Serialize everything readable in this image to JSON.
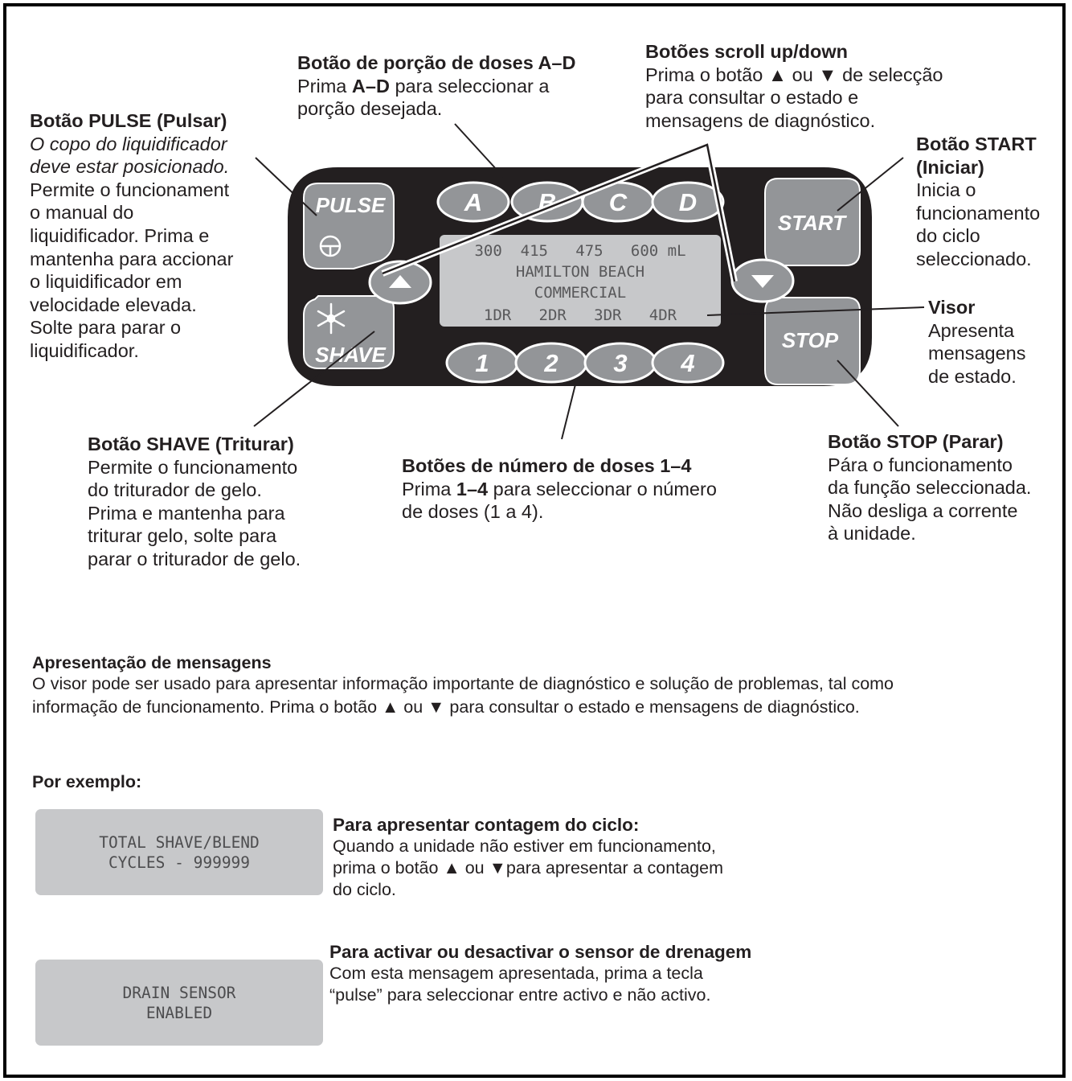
{
  "callouts": {
    "pulse": {
      "title": "Botão PULSE (Pulsar)",
      "note_lines": [
        "O copo do liquidificador",
        "deve estar posicionado."
      ],
      "body_lines": [
        "Permite o funcionament",
        "o manual do",
        "liquidificador. Prima e",
        "mantenha para accionar",
        "o liquidificador em",
        "velocidade elevada.",
        "Solte para parar o",
        "liquidificador."
      ]
    },
    "portion": {
      "title": "Botão de porção de doses A–D",
      "line1_pre": "Prima ",
      "line1_bold": "A–D",
      "line1_post": " para seleccionar a",
      "line2": "porção desejada."
    },
    "scroll": {
      "title": "Botões scroll up/down",
      "body_lines": [
        "Prima o botão ▲ ou ▼ de selecção",
        "para consultar o estado e",
        "mensagens de diagnóstico."
      ]
    },
    "start": {
      "title_lines": [
        "Botão START",
        "(Iniciar)"
      ],
      "body_lines": [
        "Inicia o",
        "funcionamento",
        "do ciclo",
        "seleccionado."
      ]
    },
    "visor": {
      "title": "Visor",
      "body_lines": [
        "Apresenta",
        "mensagens",
        "de estado."
      ]
    },
    "shave": {
      "title": "Botão SHAVE (Triturar)",
      "body_lines": [
        "Permite o funcionamento",
        "do triturador de gelo.",
        "Prima e mantenha para",
        "triturar gelo, solte para",
        "parar o triturador de gelo."
      ]
    },
    "doses": {
      "title": "Botões de número de doses 1–4",
      "line1_pre": "Prima ",
      "line1_bold": "1–4",
      "line1_post": " para seleccionar o número",
      "line2": "de doses (1 a 4)."
    },
    "stop": {
      "title": "Botão STOP (Parar)",
      "body_lines": [
        "Pára o funcionamento",
        "da função seleccionada.",
        "Não desliga a corrente",
        "à unidade."
      ]
    }
  },
  "panel": {
    "top_buttons": [
      "A",
      "B",
      "C",
      "D"
    ],
    "bottom_buttons": [
      "1",
      "2",
      "3",
      "4"
    ],
    "pulse_label": "PULSE",
    "shave_label": "SHAVE",
    "start_label": "START",
    "stop_label": "STOP",
    "lcd_lines": [
      "300  415   475   600 mL",
      "HAMILTON BEACH",
      "COMMERCIAL",
      "1DR   2DR   3DR   4DR"
    ]
  },
  "messages": {
    "title": "Apresentação de mensagens",
    "body_lines": [
      "O visor pode ser usado para apresentar informação importante de diagnóstico e solução de problemas, tal como",
      "informação de funcionamento. Prima o botão ▲ ou ▼ para consultar o estado e mensagens de diagnóstico."
    ],
    "example_label": "Por exemplo:"
  },
  "examples": [
    {
      "lcd_lines": [
        "TOTAL SHAVE/BLEND",
        "CYCLES - 999999"
      ],
      "title": "Para apresentar contagem do ciclo:",
      "body_lines": [
        "Quando a unidade não estiver em funcionamento,",
        "prima o botão ▲ ou ▼para apresentar a contagem",
        "do ciclo."
      ]
    },
    {
      "lcd_lines": [
        "DRAIN SENSOR",
        "ENABLED"
      ],
      "title": "Para activar ou desactivar o sensor de drenagem",
      "body_lines": [
        "Com esta mensagem apresentada, prima a tecla",
        "“pulse” para seleccionar entre activo e não activo."
      ]
    }
  ],
  "colors": {
    "panel": "#231f20",
    "button_gray": "#939598",
    "lcd_gray": "#c7c8ca",
    "text": "#231f20"
  }
}
